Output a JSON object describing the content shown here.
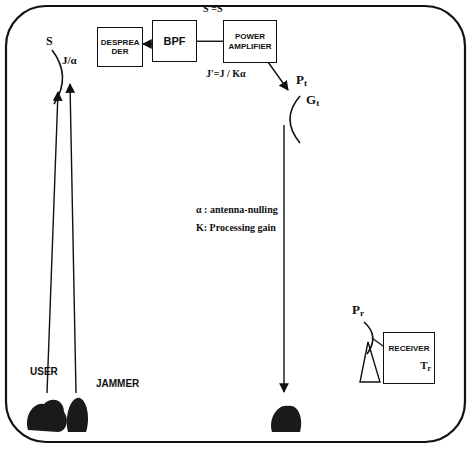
{
  "diagram": {
    "nodes": [
      {
        "text": [
          "DESPREA DER"
        ]
      },
      {
        "text": [
          "BPF"
        ]
      },
      {
        "text": [
          "POWER AMPLIFIER"
        ]
      },
      {
        "text": [
          "RECEIVER",
          "Tr"
        ]
      }
    ],
    "edges": [
      {
        "from": 1,
        "to": 0,
        "arrow": "to"
      },
      {
        "from": 1,
        "to": 2,
        "arrow": "none"
      }
    ],
    "labels": [
      "S",
      "J/α",
      "S'=S",
      "J'=J / Kα",
      "Pt",
      "Gt",
      "α : antenna-nulling",
      "K: Processing gain",
      "Pr",
      "USER",
      "JAMMER"
    ]
  }
}
